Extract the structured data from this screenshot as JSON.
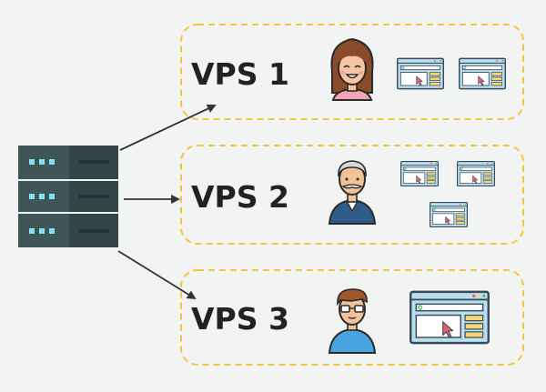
{
  "colors": {
    "background": "#f2f3f3",
    "box_border": "#f3c53c",
    "server_light": "#3f5557",
    "server_dark": "#344547",
    "server_led": "#7fe3f2",
    "arrow": "#333333",
    "window_frame": "#b9dff0",
    "window_border": "#3b4b5a",
    "window_panel": "#f5d77a",
    "window_search": "#5fbf6a",
    "cursor": "#e8626a"
  },
  "server": {
    "icon": "server-rack-icon",
    "units": 3
  },
  "vps": [
    {
      "label": "VPS 1",
      "user_icon": "woman-avatar-icon",
      "windows": 2
    },
    {
      "label": "VPS 2",
      "user_icon": "old-man-avatar-icon",
      "windows": 3
    },
    {
      "label": "VPS 3",
      "user_icon": "young-man-glasses-avatar-icon",
      "windows": 1
    }
  ]
}
